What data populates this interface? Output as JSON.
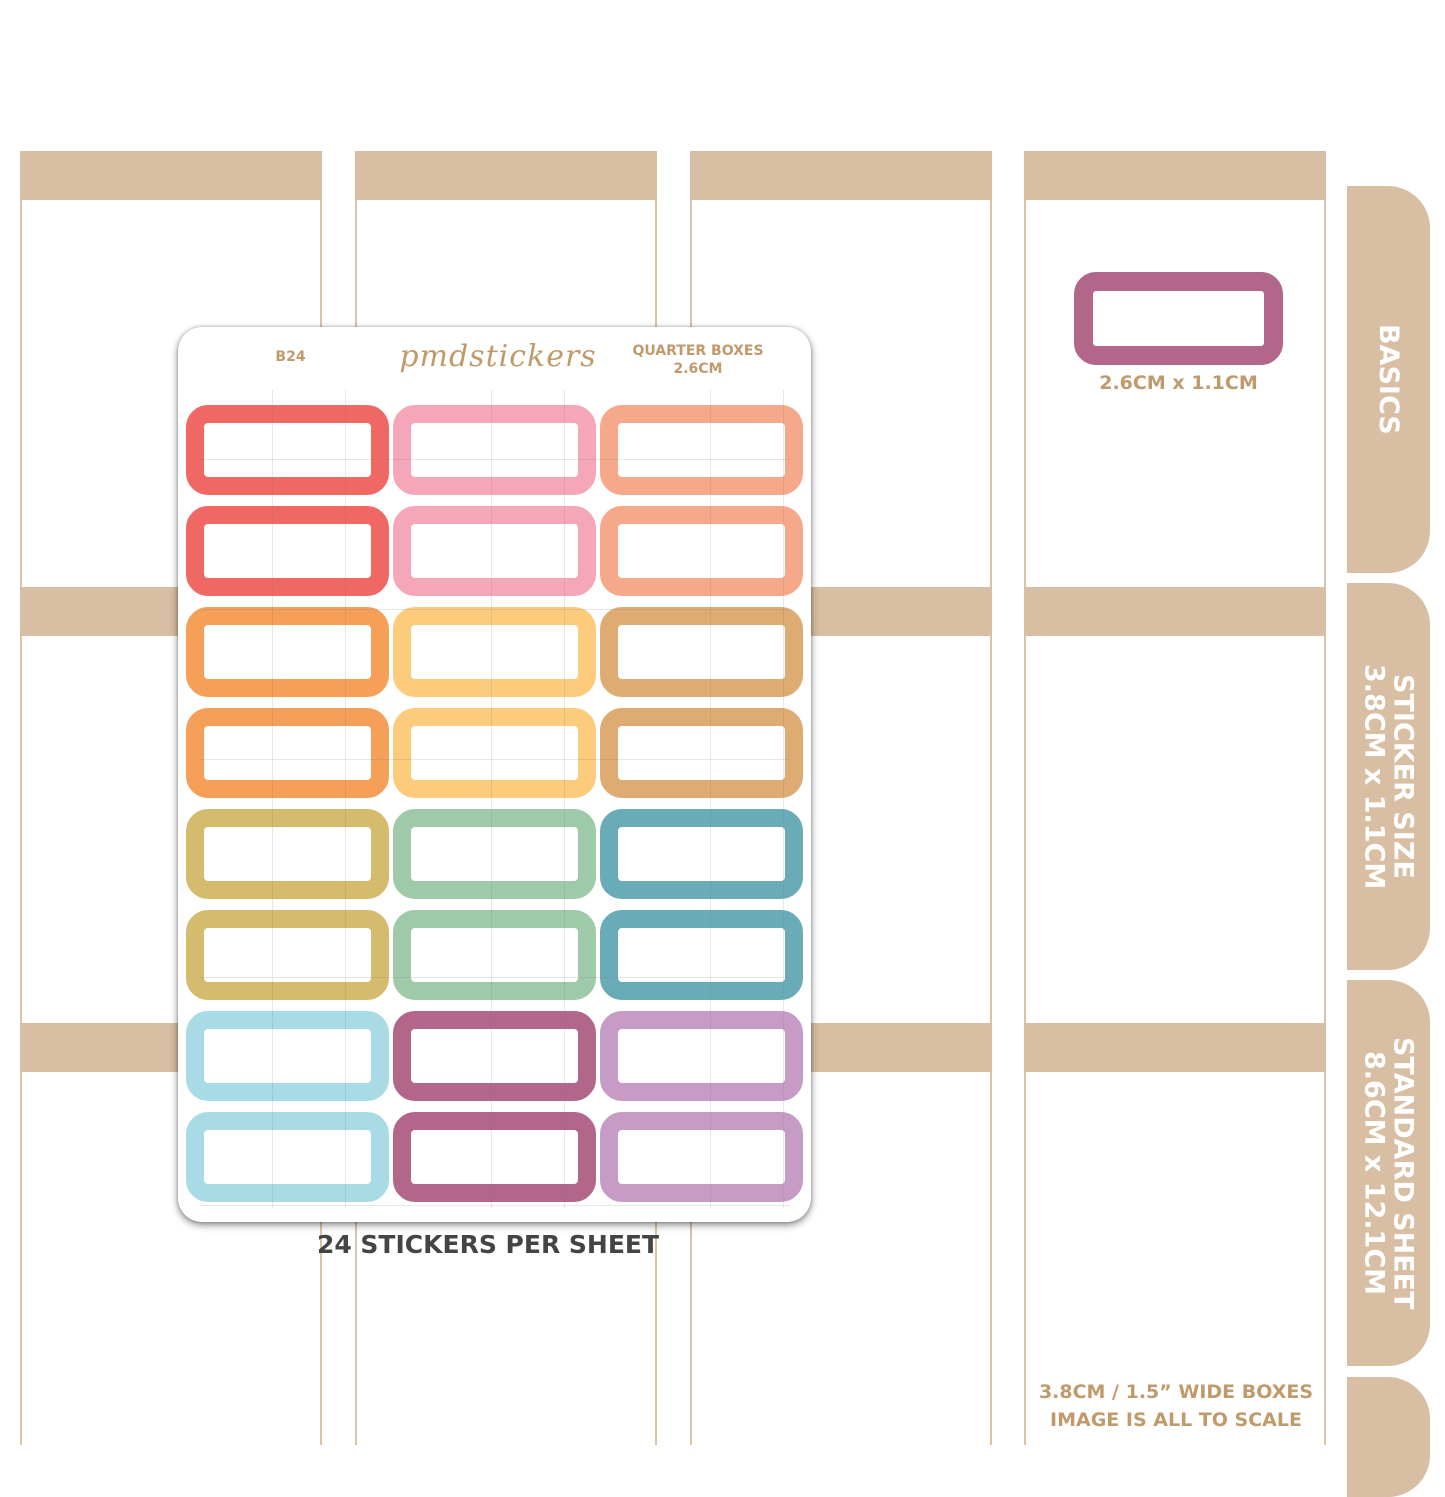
{
  "colors": {
    "planner_tan": "#d8bea2",
    "planner_line": "#dcc3a5",
    "text_gold": "#c19a6b",
    "caption_dark": "#444444",
    "sample_box": "#b26689"
  },
  "sheet": {
    "code": "B24",
    "logo": "pmdstickers",
    "title": "QUARTER BOXES\n2.6CM",
    "caption": "24 STICKERS PER SHEET",
    "sticker_rows": [
      [
        "#ef6864",
        "#f5a6b8",
        "#f5a98a"
      ],
      [
        "#ef6864",
        "#f5a6b8",
        "#f5a98a"
      ],
      [
        "#f59f58",
        "#fccc7c",
        "#deab72"
      ],
      [
        "#f59f58",
        "#fccc7c",
        "#deab72"
      ],
      [
        "#d5bb6e",
        "#9ecaaa",
        "#69abb6"
      ],
      [
        "#d5bb6e",
        "#9ecaaa",
        "#69abb6"
      ],
      [
        "#a8dbe5",
        "#b26689",
        "#c69bc6"
      ],
      [
        "#a8dbe5",
        "#b26689",
        "#c69bc6"
      ]
    ]
  },
  "sample": {
    "size_label": "2.6CM x 1.1CM"
  },
  "tabs": [
    {
      "label": "BASICS"
    },
    {
      "label": "STICKER SIZE\n3.8CM x 1.1CM"
    },
    {
      "label": "STANDARD SHEET\n8.6CM x 12.1CM"
    },
    {
      "label": ""
    }
  ],
  "note": {
    "line1": "3.8CM / 1.5” WIDE BOXES",
    "line2": "IMAGE IS ALL TO SCALE"
  }
}
